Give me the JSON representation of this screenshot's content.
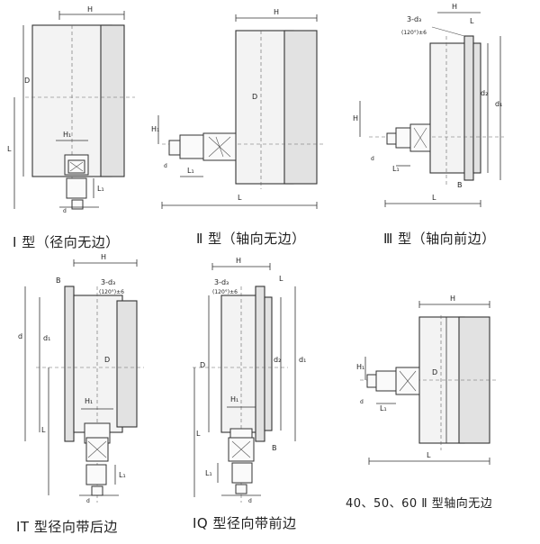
{
  "diagrams": [
    {
      "id": "type-1",
      "caption": "Ⅰ 型（径向无边）",
      "labels": {
        "H": "H",
        "D": "D",
        "L": "L",
        "h": "H₁",
        "l": "L₁",
        "d": "d"
      }
    },
    {
      "id": "type-2",
      "caption": "Ⅱ 型（轴向无边）",
      "labels": {
        "H": "H",
        "D": "D",
        "L": "L",
        "h": "H₁",
        "l": "L₁",
        "d": "d"
      }
    },
    {
      "id": "type-3",
      "caption": "Ⅲ 型（轴向前边）",
      "labels": {
        "H": "H",
        "L": "L",
        "h": "H",
        "l": "L₁",
        "d": "d",
        "B": "B",
        "d1": "d₁",
        "d2": "d₂",
        "holes": "3-d₃",
        "angle": "(120°)±6"
      }
    },
    {
      "id": "type-it",
      "caption": "IT 型径向带后边",
      "labels": {
        "H": "H",
        "D": "D",
        "L": "L",
        "h": "H₁",
        "l": "L₁",
        "d": "d",
        "B": "B",
        "d1": "d",
        "d2": "d₁",
        "holes": "3-d₃",
        "angle": "(120°)±6"
      }
    },
    {
      "id": "type-iq",
      "caption": "IQ 型径向带前边",
      "labels": {
        "H": "H",
        "D": "D",
        "L": "L",
        "h": "H₁",
        "l": "L₁",
        "d": "d",
        "B": "B",
        "d1": "d₁",
        "d2": "d₂",
        "holes": "3-d₃",
        "angle": "(120°)±6",
        "T": "L"
      }
    },
    {
      "id": "type-2-small",
      "caption": "40、50、60 Ⅱ 型轴向无边",
      "labels": {
        "H": "H",
        "D": "D",
        "L": "L",
        "h": "H₁",
        "l": "L₁",
        "d": "d"
      }
    }
  ]
}
